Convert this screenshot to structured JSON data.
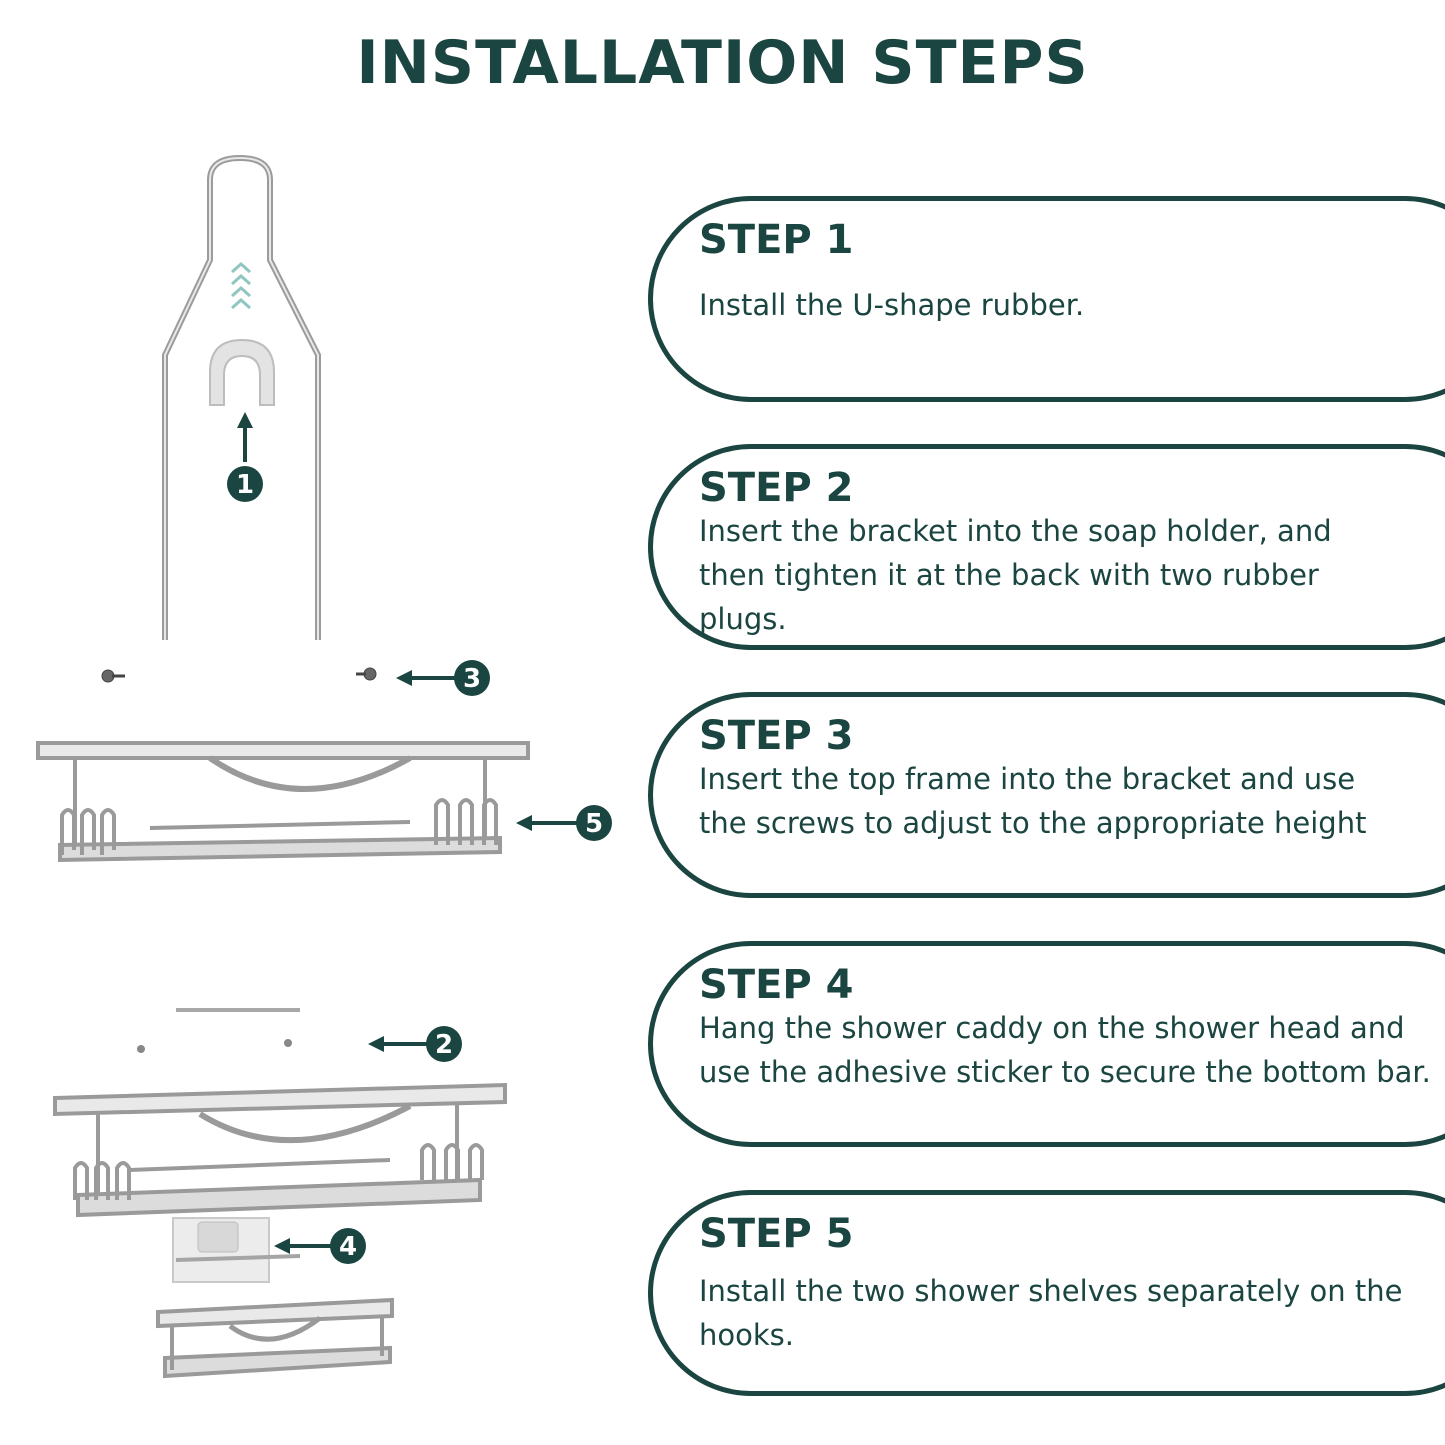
{
  "title": "INSTALLATION STEPS",
  "accent_color": "#1b4540",
  "callouts": [
    "1",
    "2",
    "3",
    "4",
    "5"
  ],
  "steps": [
    {
      "heading": "STEP 1",
      "text": "Install the U-shape rubber."
    },
    {
      "heading": "STEP 2",
      "text": "Insert the bracket into the soap holder, and then tighten it at the back with two rubber plugs."
    },
    {
      "heading": "STEP 3",
      "text": "Insert the top frame into the bracket and use the screws to adjust to the appropriate height"
    },
    {
      "heading": "STEP 4",
      "text": "Hang the shower caddy on the shower head and use the adhesive sticker to secure the bottom bar."
    },
    {
      "heading": "STEP 5",
      "text": "Install the two shower shelves separately on the hooks."
    }
  ]
}
